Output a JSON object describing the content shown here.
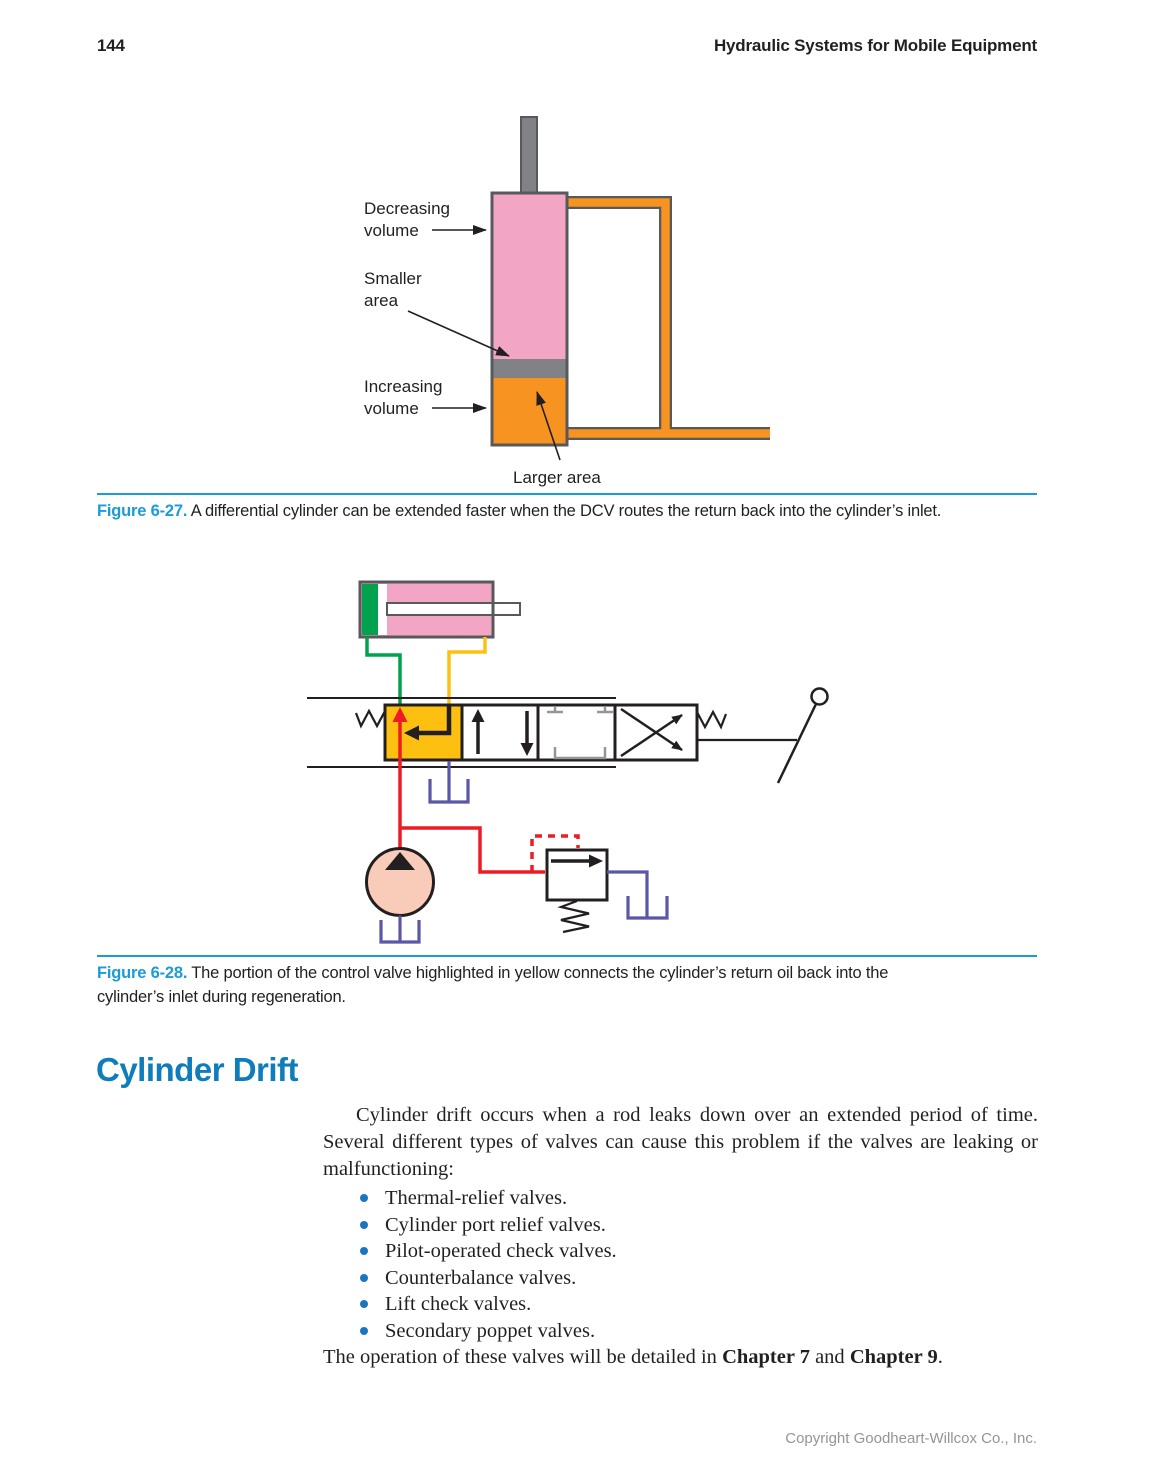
{
  "page": {
    "number": "144",
    "running_head": "Hydraulic Systems for Mobile Equipment",
    "footer": "Copyright Goodheart-Willcox Co., Inc."
  },
  "fig27": {
    "label_decreasing_1": "Decreasing",
    "label_decreasing_2": "volume",
    "label_smaller_1": "Smaller",
    "label_smaller_2": "area",
    "label_increasing_1": "Increasing",
    "label_increasing_2": "volume",
    "label_larger": "Larger area",
    "caption_label": "Figure 6-27.",
    "caption_text": " A differential cylinder can be extended faster when the DCV routes the return back into the cylinder’s inlet."
  },
  "fig28": {
    "caption_label": "Figure 6-28.",
    "caption_line1": " The portion of the control valve highlighted in yellow connects the cylinder’s return oil back into the",
    "caption_line2": "cylinder’s inlet during regeneration."
  },
  "section": {
    "heading": "Cylinder Drift",
    "paragraph": "Cylinder drift occurs when a rod leaks down over an extended period of time. Several different types of valves can cause this problem if the valves are leaking or malfunctioning:",
    "bullets": [
      "Thermal-relief valves.",
      "Cylinder port relief valves.",
      "Pilot-operated check valves.",
      "Counterbalance valves.",
      "Lift check valves.",
      "Secondary poppet valves."
    ],
    "closing_prefix": "The operation of these valves will be detailed in ",
    "closing_bold1": "Chapter 7",
    "closing_mid": " and ",
    "closing_bold2": "Chapter 9",
    "closing_suffix": "."
  },
  "colors": {
    "caption_blue": "#1b9bd7",
    "heading_blue": "#0f7dbc",
    "bullet_blue": "#1c75bc",
    "text_black": "#231f20",
    "footer_gray": "#939598",
    "cylinder_pink": "#f3a5c5",
    "piston_gray": "#808285",
    "outline_gray": "#58595b",
    "orange": "#f69321",
    "green": "#00a24d",
    "yellow": "#fdc010",
    "red": "#ed1c24",
    "purple": "#5a57a8",
    "pump_peach": "#f8ccb8",
    "detail_gray": "#939598"
  }
}
